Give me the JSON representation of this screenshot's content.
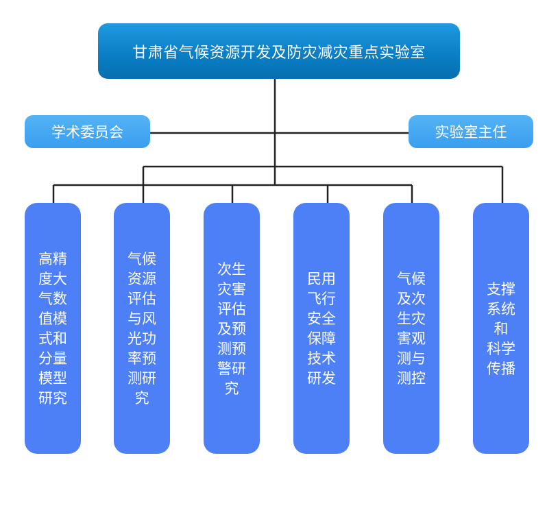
{
  "root": {
    "label": "甘肃省气候资源开发及防灾减灾重点实验室"
  },
  "left_node": {
    "label": "学术委员会"
  },
  "right_node": {
    "label": "实验室主任"
  },
  "columns": [
    {
      "label": "高精\n度大\n气数\n值模\n式和\n分量\n模型\n研究"
    },
    {
      "label": "气候\n资源\n评估\n与风\n光功\n率预\n测研\n究"
    },
    {
      "label": "次生\n灾害\n评估\n及预\n测预\n警研\n究"
    },
    {
      "label": "民用\n飞行\n安全\n保障\n技术\n研发"
    },
    {
      "label": "气候\n及次\n生灾\n害观\n测与\n测控"
    },
    {
      "label": "支撑\n系统\n和\n科学\n传播"
    }
  ],
  "colors": {
    "root": "#0b7fc6",
    "side": "#3a9ef0",
    "column": "#4d80f7",
    "connector": "#222222"
  }
}
